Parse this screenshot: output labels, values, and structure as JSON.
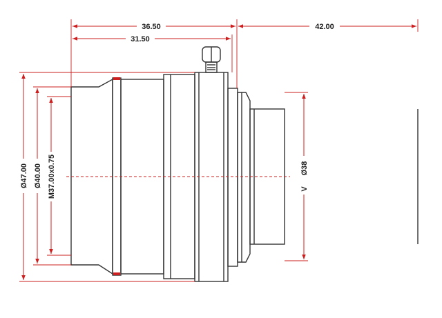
{
  "colors": {
    "dimension": "#cc1f1f",
    "outline": "#333333",
    "text": "#222222",
    "background": "#ffffff"
  },
  "dimensions": {
    "total_length_front": "36.50",
    "front_to_body": "31.50",
    "flange_distance": "42.00",
    "outer_diameter": "Ø47.00",
    "front_diameter": "Ø40.00",
    "filter_thread": "M37.00x0.75",
    "mount_diameter": "Ø38",
    "mount_label": "V"
  }
}
